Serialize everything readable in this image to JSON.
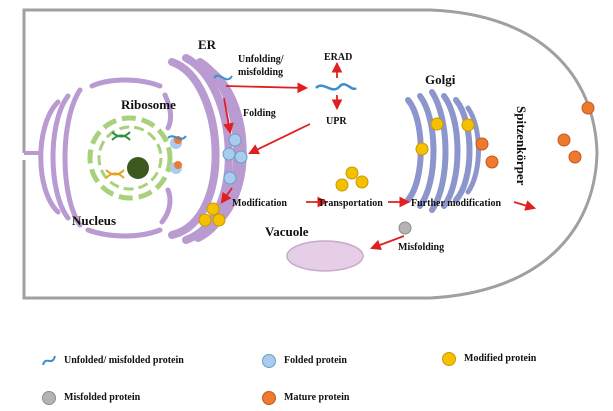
{
  "labels": {
    "er": "ER",
    "ribosome": "Ribosome",
    "nucleus": "Nucleus",
    "golgi": "Golgi",
    "vacuole": "Vacuole",
    "spitzenkorper": "Spitzenkörper",
    "erad": "ERAD",
    "upr": "UPR",
    "unfolding_line1": "Unfolding/",
    "unfolding_line2": "misfolding",
    "folding": "Folding",
    "modification": "Modification",
    "transportation": "Transportation",
    "further_modification": "Further modification",
    "misfolding": "Misfolding"
  },
  "legend": {
    "unfolded": "Unfolded/ misfolded protein",
    "folded": "Folded protein",
    "modified": "Modified protein",
    "misfolded": "Misfolded protein",
    "mature": "Mature protein"
  },
  "colors": {
    "cell_outline": "#a0a0a0",
    "er_fill": "#b99ad1",
    "er_stroke": "#8a6aa6",
    "nucleus_fill": "#a9d07a",
    "nucleolus": "#3c5a20",
    "golgi_fill": "#8c96cc",
    "golgi_stroke": "#5a64a0",
    "vacuole_fill": "#e6cfe6",
    "arrow": "#e02020",
    "unfolded_protein": "#3a8fd0",
    "folded_protein": "#a9ccec",
    "modified_protein": "#f5c000",
    "misfolded_protein": "#b4b4b4",
    "mature_protein": "#ee7a30"
  }
}
